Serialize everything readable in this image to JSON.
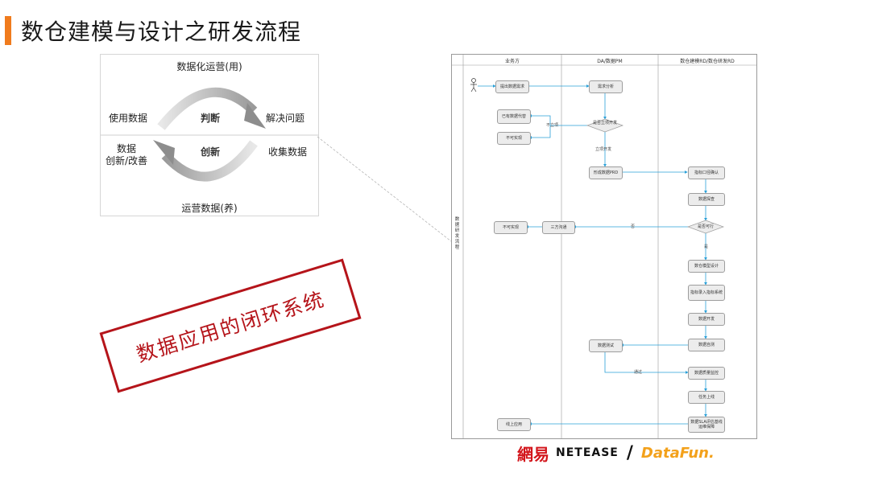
{
  "header": {
    "title": "数仓建模与设计之研发流程",
    "accent": "#f07b1d"
  },
  "cycle": {
    "top": "数据化运营(用)",
    "left_top": "使用数据",
    "right_top": "解决问题",
    "left_bottom": "数据\n创新/改善",
    "right_bottom": "收集数据",
    "bottom": "运营数据(养)",
    "upper_center": "判断",
    "lower_center": "创新"
  },
  "stamp": {
    "text": "数据应用的闭环系统",
    "color": "#b5141a"
  },
  "flow": {
    "lanes": [
      "业务方",
      "DA/数据PM",
      "数仓建模RD/数仓研发RD"
    ],
    "side": "数据研发流程",
    "nodes": {
      "submit": "提出数据需求",
      "analyze": "需求分析",
      "decide": "是否立项开发",
      "existing": "已有数据代替",
      "impossible1": "不可实现",
      "prd": "形成数据PRD",
      "indicator": "指标口径确认",
      "explore": "数据探查",
      "feasible": "是否可行",
      "threeway": "三方沟通",
      "impossible2": "不可实现",
      "model": "数仓模型设计",
      "entry": "指标录入指标系统",
      "develop": "数据开发",
      "selftest": "数据自测",
      "test": "数据测试",
      "quality": "数据质量监控",
      "online": "任务上线",
      "sla": "数据SLA评估基线运维保障",
      "app": "线上应用"
    },
    "edges": {
      "no_project": "不立项",
      "start_dev": "立项开发",
      "no": "否",
      "yes": "是",
      "pass": "通过"
    }
  },
  "logos": {
    "netease_cn": "網易",
    "netease_en": "NETEASE",
    "slash": "/",
    "datafun": "DataFun."
  }
}
